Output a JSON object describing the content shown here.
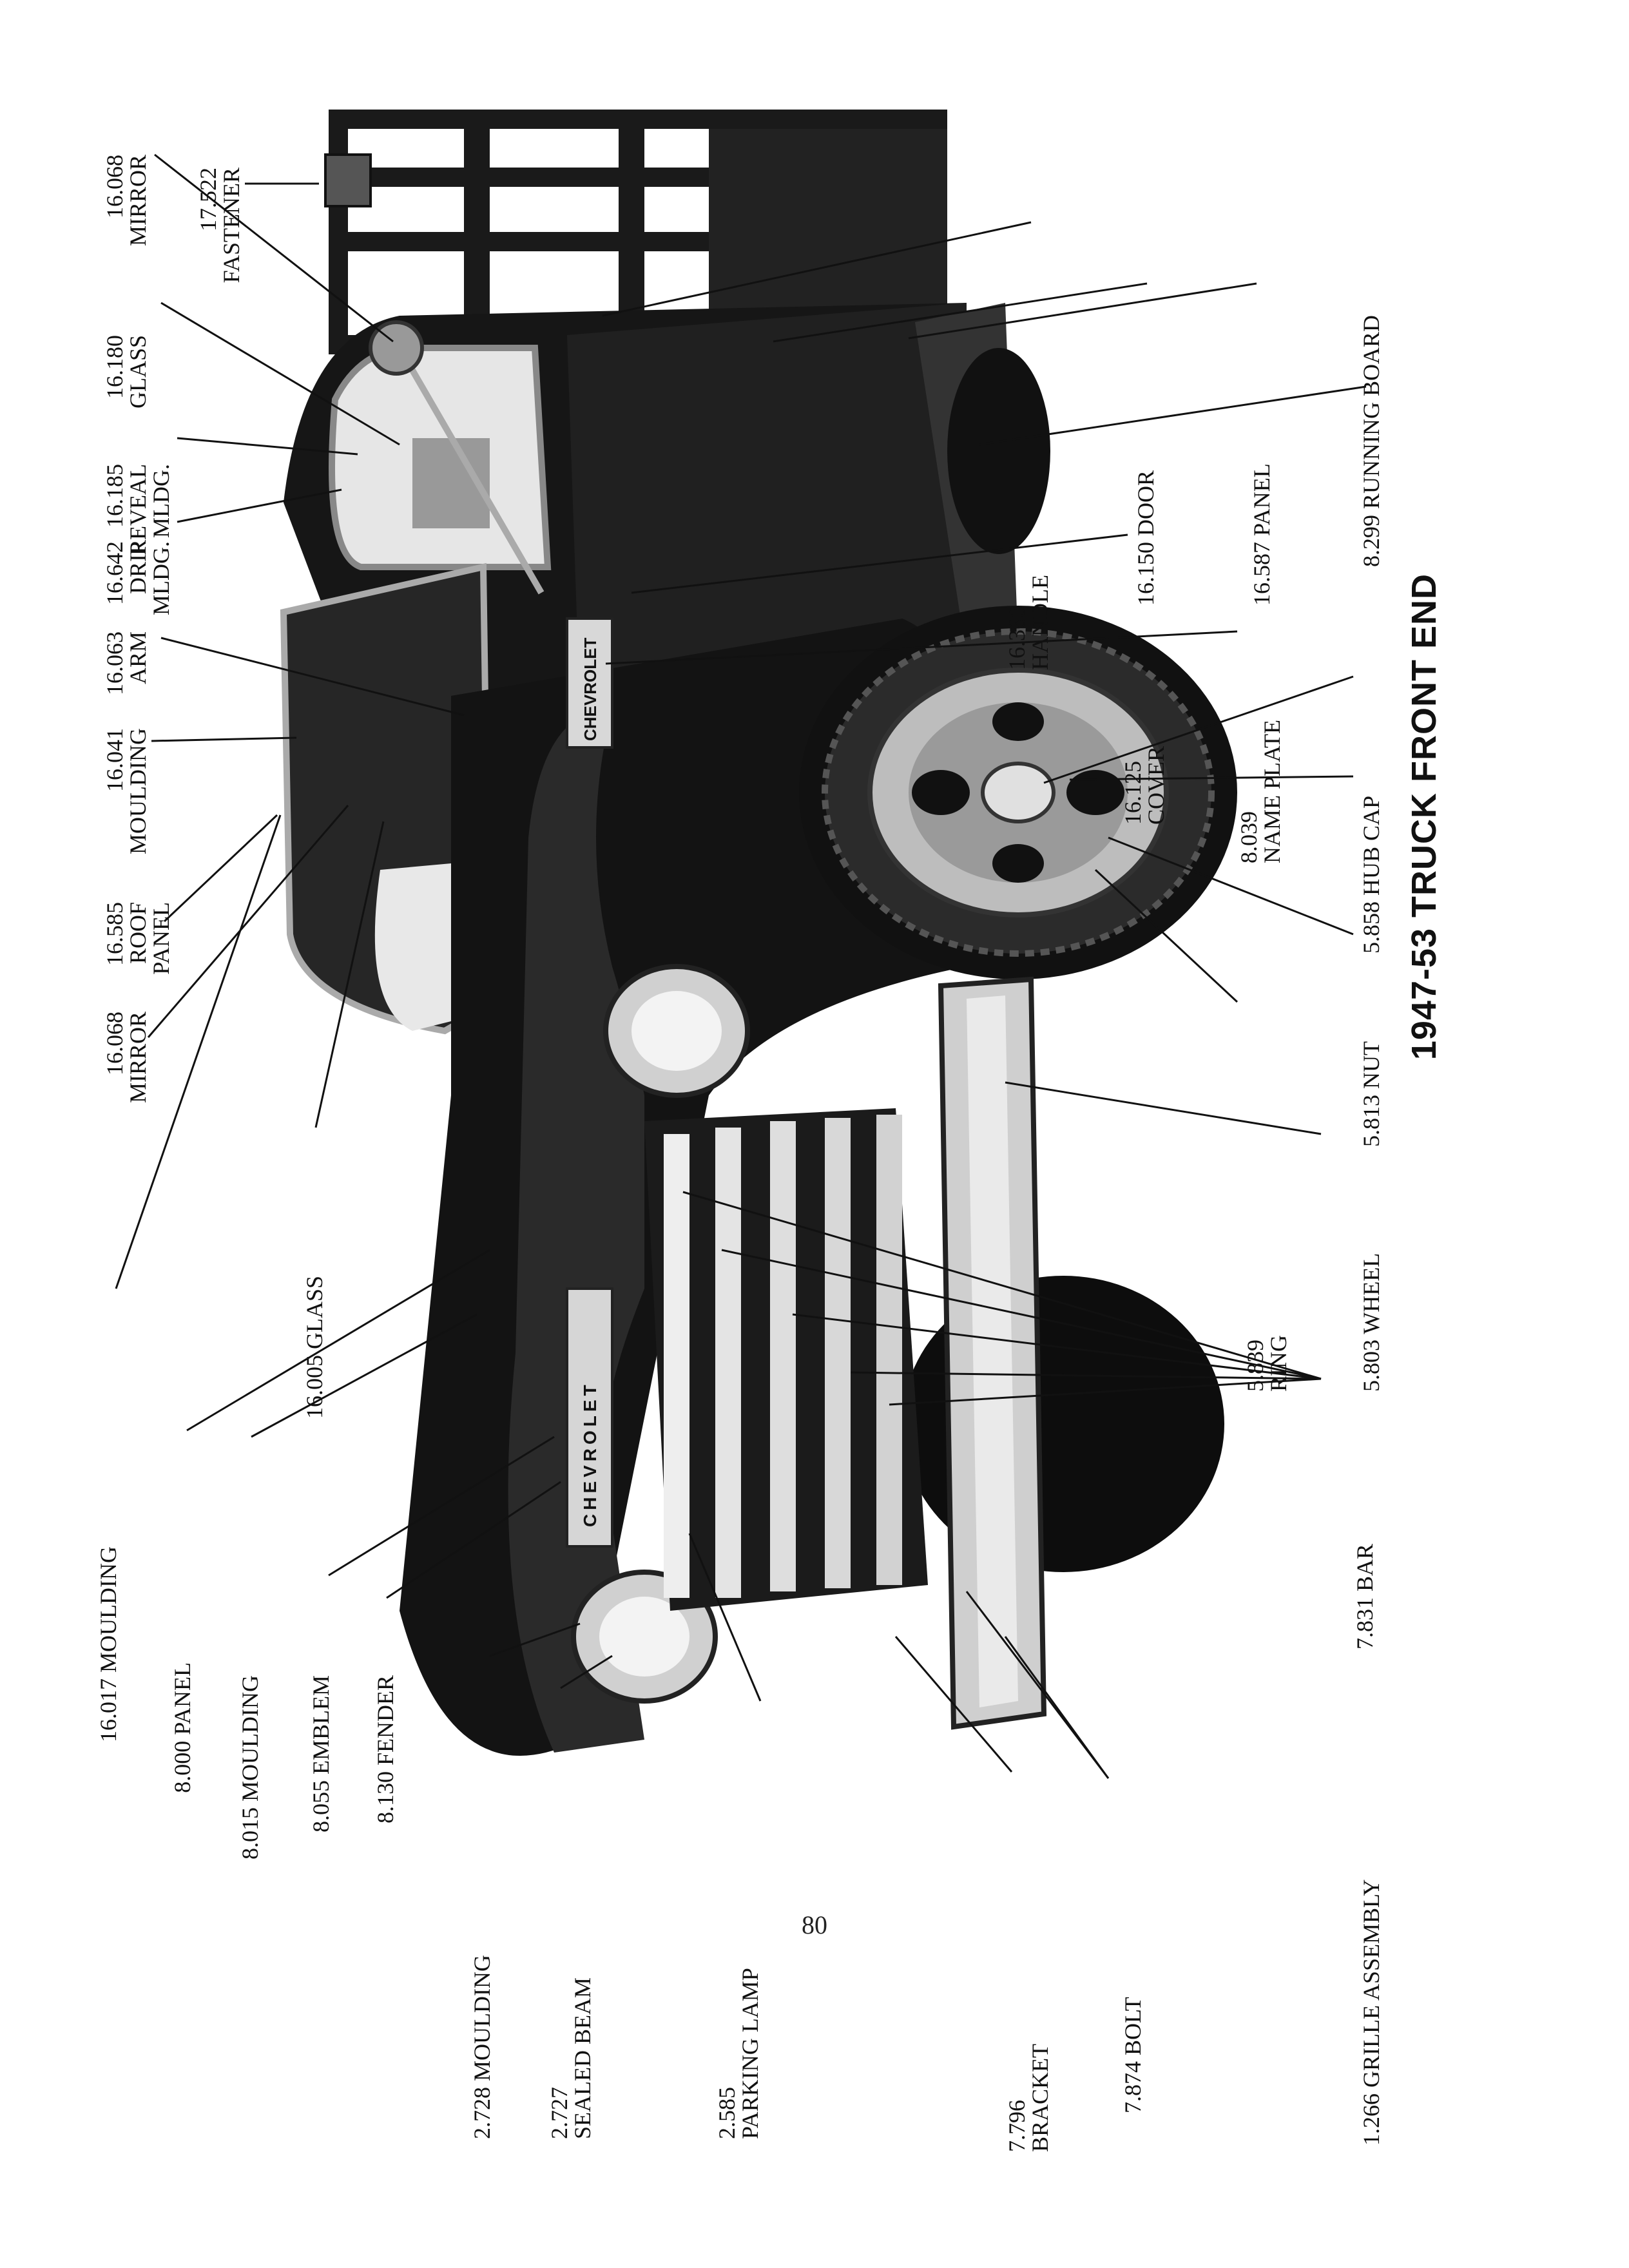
{
  "title": "1947-53 TRUCK FRONT END",
  "page_number": "80",
  "labels": {
    "mirror_top": [
      "16.068",
      "MIRROR"
    ],
    "fastener": [
      "17.522",
      "FASTENER"
    ],
    "glass_top": [
      "16.180",
      "GLASS"
    ],
    "reveal_mldg": [
      "16.185",
      "REVEAL",
      "MLDG."
    ],
    "drip_mldg": [
      "16.642",
      "DRIP",
      "MLDG."
    ],
    "arm": [
      "16.063",
      "ARM"
    ],
    "moulding_top": [
      "16.041",
      "MOULDING"
    ],
    "roof_panel": [
      "16.585",
      "ROOF",
      "PANEL"
    ],
    "mirror_left": [
      "16.068",
      "MIRROR"
    ],
    "glass_left": "16.005 GLASS",
    "moulding_side": "16.017 MOULDING",
    "panel_8000": "8.000 PANEL",
    "moulding_8015": "8.015 MOULDING",
    "emblem": "8.055 EMBLEM",
    "fender": "8.130 FENDER",
    "moulding_2728": "2.728 MOULDING",
    "sealed_beam": [
      "2.727",
      "SEALED BEAM"
    ],
    "parking_lamp": [
      "2.585",
      "PARKING LAMP"
    ],
    "bracket": [
      "7.796",
      "BRACKET"
    ],
    "bolt": "7.874 BOLT",
    "handle": [
      "16.360",
      "HANDLE"
    ],
    "door": "16.150 DOOR",
    "panel_16587": "16.587 PANEL",
    "running_board": "8.299 RUNNING BOARD",
    "cover": [
      "16.125",
      "COVER"
    ],
    "name_plate": [
      "8.039",
      "NAME PLATE"
    ],
    "hub_cap": "5.858 HUB CAP",
    "nut": "5.813 NUT",
    "wheel": "5.803 WHEEL",
    "ring": [
      "5.839",
      "RING"
    ],
    "bar": "7.831 BAR",
    "grille_assembly": "1.266 GRILLE ASSEMBLY"
  },
  "badge": {
    "hood_emblem": "CHEVROLET",
    "side_plate": "CHEVROLET"
  }
}
